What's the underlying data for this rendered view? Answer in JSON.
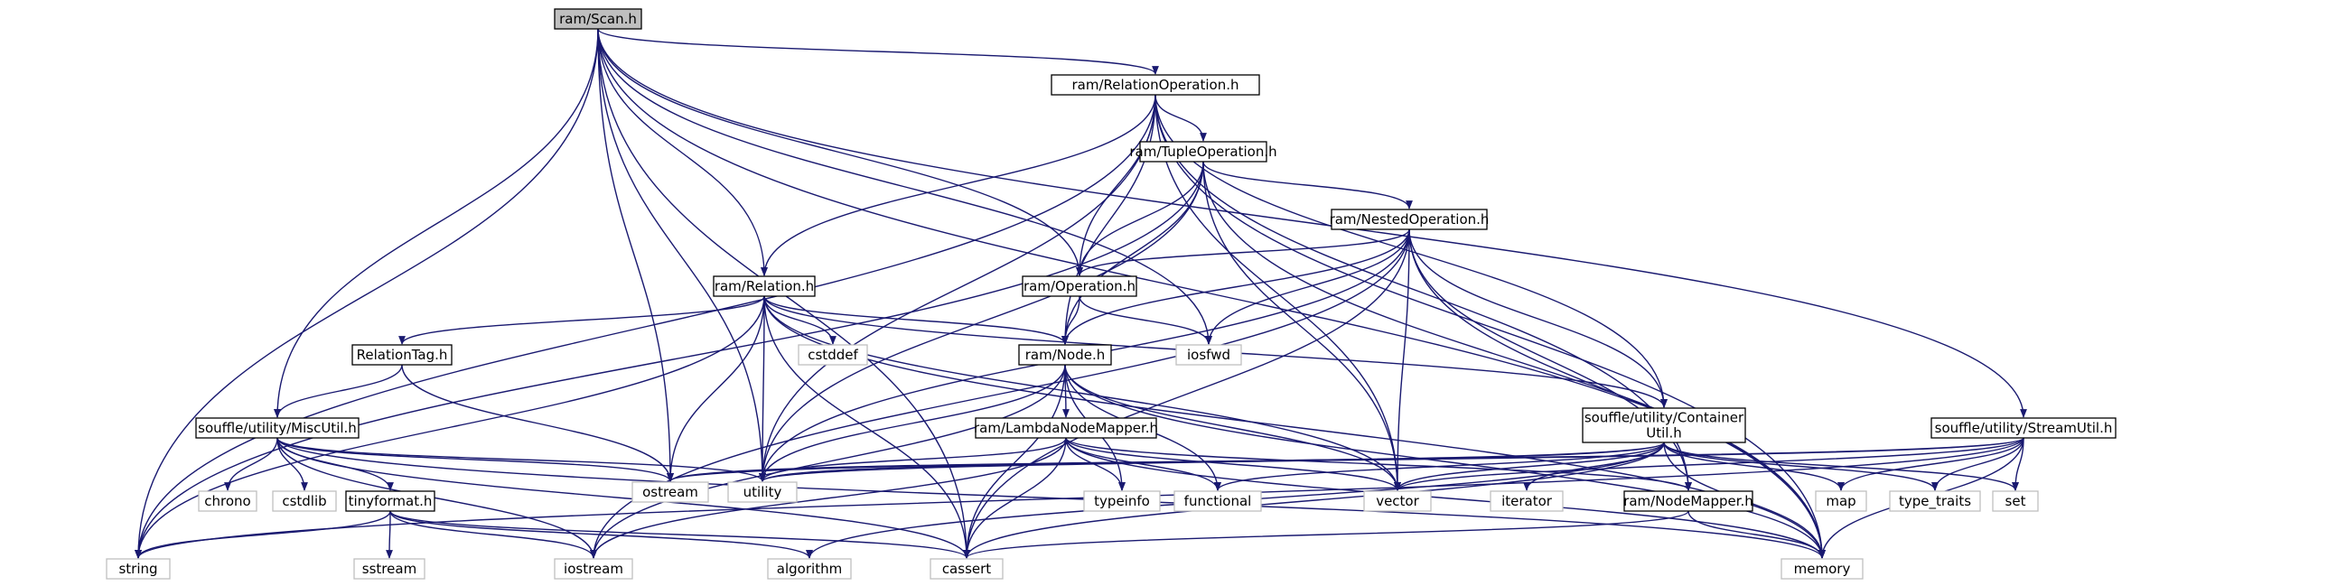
{
  "graph": {
    "root": "ram/Scan.h",
    "nodes": [
      {
        "id": "scan",
        "label": "ram/Scan.h",
        "kind": "root"
      },
      {
        "id": "relop",
        "label": "ram/RelationOperation.h",
        "kind": "header"
      },
      {
        "id": "tupleop",
        "label": "ram/TupleOperation.h",
        "kind": "header"
      },
      {
        "id": "nestedop",
        "label": "ram/NestedOperation.h",
        "kind": "header"
      },
      {
        "id": "relation",
        "label": "ram/Relation.h",
        "kind": "header"
      },
      {
        "id": "operation",
        "label": "ram/Operation.h",
        "kind": "header"
      },
      {
        "id": "reltag",
        "label": "RelationTag.h",
        "kind": "header"
      },
      {
        "id": "node",
        "label": "ram/Node.h",
        "kind": "header"
      },
      {
        "id": "miscutil",
        "label": "souffle/utility/MiscUtil.h",
        "kind": "header"
      },
      {
        "id": "lambda",
        "label": "ram/LambdaNodeMapper.h",
        "kind": "header"
      },
      {
        "id": "container",
        "label": [
          "souffle/utility/Container",
          "Util.h"
        ],
        "kind": "header"
      },
      {
        "id": "streamutil",
        "label": "souffle/utility/StreamUtil.h",
        "kind": "header"
      },
      {
        "id": "tinyformat",
        "label": "tinyformat.h",
        "kind": "header"
      },
      {
        "id": "nodemapper",
        "label": "ram/NodeMapper.h",
        "kind": "header"
      },
      {
        "id": "iosfwd",
        "label": "iosfwd",
        "kind": "system"
      },
      {
        "id": "cstddef",
        "label": "cstddef",
        "kind": "system"
      },
      {
        "id": "chrono",
        "label": "chrono",
        "kind": "system"
      },
      {
        "id": "cstdlib",
        "label": "cstdlib",
        "kind": "system"
      },
      {
        "id": "ostream",
        "label": "ostream",
        "kind": "system"
      },
      {
        "id": "utility",
        "label": "utility",
        "kind": "system"
      },
      {
        "id": "typeinfo",
        "label": "typeinfo",
        "kind": "system"
      },
      {
        "id": "functional",
        "label": "functional",
        "kind": "system"
      },
      {
        "id": "vector",
        "label": "vector",
        "kind": "system"
      },
      {
        "id": "iterator",
        "label": "iterator",
        "kind": "system"
      },
      {
        "id": "map",
        "label": "map",
        "kind": "system"
      },
      {
        "id": "type_traits",
        "label": "type_traits",
        "kind": "system"
      },
      {
        "id": "set",
        "label": "set",
        "kind": "system"
      },
      {
        "id": "string",
        "label": "string",
        "kind": "system"
      },
      {
        "id": "sstream",
        "label": "sstream",
        "kind": "system"
      },
      {
        "id": "iostream",
        "label": "iostream",
        "kind": "system"
      },
      {
        "id": "algorithm",
        "label": "algorithm",
        "kind": "system"
      },
      {
        "id": "cassert",
        "label": "cassert",
        "kind": "system"
      },
      {
        "id": "memory",
        "label": "memory",
        "kind": "system"
      }
    ],
    "edges": [
      [
        "scan",
        "relop"
      ],
      [
        "scan",
        "relation"
      ],
      [
        "scan",
        "operation"
      ],
      [
        "scan",
        "iosfwd"
      ],
      [
        "scan",
        "miscutil"
      ],
      [
        "scan",
        "streamutil"
      ],
      [
        "scan",
        "ostream"
      ],
      [
        "scan",
        "utility"
      ],
      [
        "scan",
        "string"
      ],
      [
        "scan",
        "memory"
      ],
      [
        "scan",
        "cassert"
      ],
      [
        "relop",
        "tupleop"
      ],
      [
        "relop",
        "operation"
      ],
      [
        "relop",
        "relation"
      ],
      [
        "relop",
        "node"
      ],
      [
        "relop",
        "container"
      ],
      [
        "relop",
        "nodemapper"
      ],
      [
        "relop",
        "string"
      ],
      [
        "relop",
        "utility"
      ],
      [
        "relop",
        "vector"
      ],
      [
        "relop",
        "memory"
      ],
      [
        "tupleop",
        "nestedop"
      ],
      [
        "tupleop",
        "operation"
      ],
      [
        "tupleop",
        "node"
      ],
      [
        "tupleop",
        "string"
      ],
      [
        "tupleop",
        "utility"
      ],
      [
        "tupleop",
        "memory"
      ],
      [
        "tupleop",
        "vector"
      ],
      [
        "nestedop",
        "operation"
      ],
      [
        "nestedop",
        "node"
      ],
      [
        "nestedop",
        "container"
      ],
      [
        "nestedop",
        "nodemapper"
      ],
      [
        "nestedop",
        "iosfwd"
      ],
      [
        "nestedop",
        "utility"
      ],
      [
        "nestedop",
        "vector"
      ],
      [
        "nestedop",
        "memory"
      ],
      [
        "nestedop",
        "cassert"
      ],
      [
        "nestedop",
        "iostream"
      ],
      [
        "relation",
        "reltag"
      ],
      [
        "relation",
        "node"
      ],
      [
        "relation",
        "container"
      ],
      [
        "relation",
        "cstddef"
      ],
      [
        "relation",
        "ostream"
      ],
      [
        "relation",
        "utility"
      ],
      [
        "relation",
        "string"
      ],
      [
        "relation",
        "memory"
      ],
      [
        "relation",
        "cassert"
      ],
      [
        "relation",
        "vector"
      ],
      [
        "operation",
        "node"
      ],
      [
        "operation",
        "iosfwd"
      ],
      [
        "reltag",
        "miscutil"
      ],
      [
        "reltag",
        "ostream"
      ],
      [
        "node",
        "lambda"
      ],
      [
        "node",
        "cassert"
      ],
      [
        "node",
        "functional"
      ],
      [
        "node",
        "typeinfo"
      ],
      [
        "node",
        "utility"
      ],
      [
        "node",
        "vector"
      ],
      [
        "node",
        "memory"
      ],
      [
        "node",
        "iostream"
      ],
      [
        "miscutil",
        "chrono"
      ],
      [
        "miscutil",
        "cstdlib"
      ],
      [
        "miscutil",
        "tinyformat"
      ],
      [
        "miscutil",
        "ostream"
      ],
      [
        "miscutil",
        "utility"
      ],
      [
        "miscutil",
        "iostream"
      ],
      [
        "miscutil",
        "cassert"
      ],
      [
        "miscutil",
        "memory"
      ],
      [
        "lambda",
        "nodemapper"
      ],
      [
        "lambda",
        "functional"
      ],
      [
        "lambda",
        "typeinfo"
      ],
      [
        "lambda",
        "utility"
      ],
      [
        "lambda",
        "vector"
      ],
      [
        "lambda",
        "memory"
      ],
      [
        "lambda",
        "cassert"
      ],
      [
        "lambda",
        "iostream"
      ],
      [
        "container",
        "utility"
      ],
      [
        "container",
        "vector"
      ],
      [
        "container",
        "iterator"
      ],
      [
        "container",
        "map"
      ],
      [
        "container",
        "set"
      ],
      [
        "container",
        "memory"
      ],
      [
        "container",
        "functional"
      ],
      [
        "container",
        "ostream"
      ],
      [
        "container",
        "type_traits"
      ],
      [
        "container",
        "cassert"
      ],
      [
        "container",
        "algorithm"
      ],
      [
        "streamutil",
        "utility"
      ],
      [
        "streamutil",
        "vector"
      ],
      [
        "streamutil",
        "map"
      ],
      [
        "streamutil",
        "set"
      ],
      [
        "streamutil",
        "type_traits"
      ],
      [
        "streamutil",
        "memory"
      ],
      [
        "streamutil",
        "ostream"
      ],
      [
        "streamutil",
        "string"
      ],
      [
        "tinyformat",
        "string"
      ],
      [
        "tinyformat",
        "sstream"
      ],
      [
        "tinyformat",
        "iostream"
      ],
      [
        "tinyformat",
        "algorithm"
      ],
      [
        "tinyformat",
        "cassert"
      ],
      [
        "nodemapper",
        "memory"
      ],
      [
        "nodemapper",
        "cassert"
      ]
    ],
    "colors": {
      "edge": "#191970",
      "root_fill": "#bfbfbf",
      "system_border": "#bfbfbf",
      "header_border": "#000000"
    }
  }
}
